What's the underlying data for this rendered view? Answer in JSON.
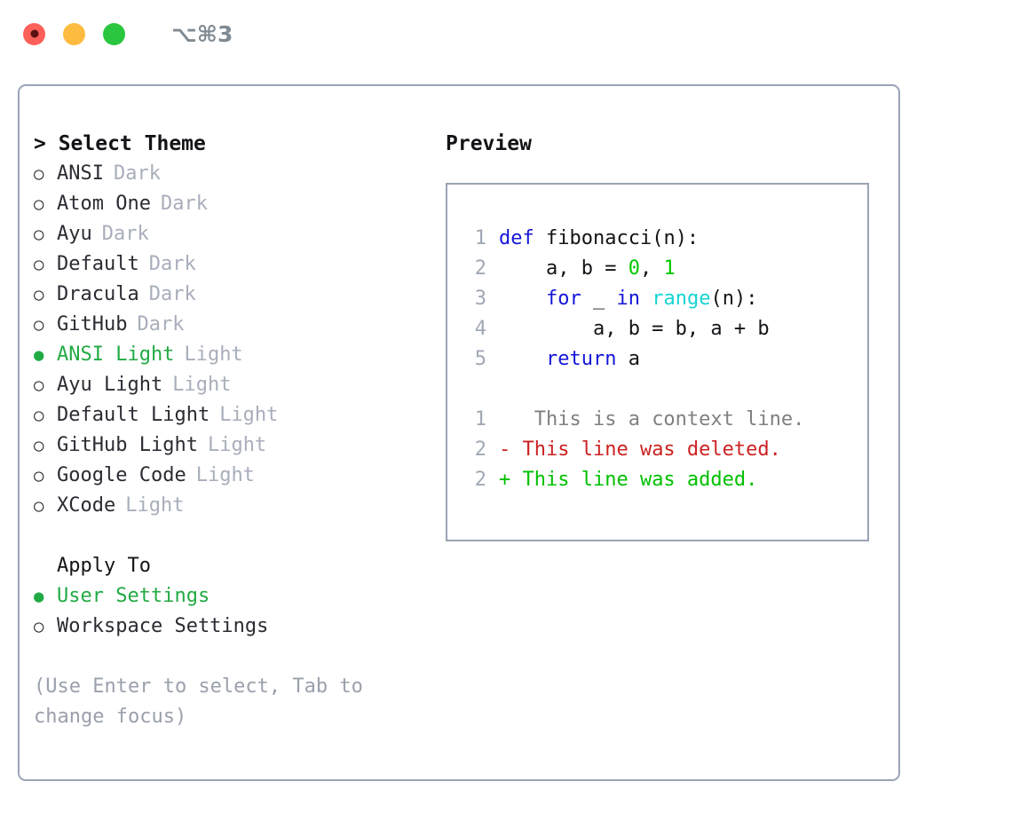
{
  "titlebar": {
    "lights": [
      "close-red",
      "minimize-yellow",
      "maximize-green"
    ],
    "shortcut": "⌥⌘3"
  },
  "colors": {
    "accent_green": "#22aa44",
    "border": "#9aa4b4",
    "muted": "#a8aebb",
    "hint": "#9aa0ac",
    "keyword_blue": "#1515d8",
    "number_green": "#00c800",
    "function_cyan": "#17d4d4",
    "diff_deleted": "#cc2222",
    "diff_added": "#00c000",
    "diff_context": "#808080"
  },
  "left": {
    "title": "> Select Theme",
    "themes": [
      {
        "bullet": "○",
        "name": "ANSI",
        "badge": "Dark",
        "selected": false
      },
      {
        "bullet": "○",
        "name": "Atom One",
        "badge": "Dark",
        "selected": false
      },
      {
        "bullet": "○",
        "name": "Ayu",
        "badge": "Dark",
        "selected": false
      },
      {
        "bullet": "○",
        "name": "Default",
        "badge": "Dark",
        "selected": false
      },
      {
        "bullet": "○",
        "name": "Dracula",
        "badge": "Dark",
        "selected": false
      },
      {
        "bullet": "○",
        "name": "GitHub",
        "badge": "Dark",
        "selected": false
      },
      {
        "bullet": "●",
        "name": "ANSI Light",
        "badge": "Light",
        "selected": true
      },
      {
        "bullet": "○",
        "name": "Ayu Light",
        "badge": "Light",
        "selected": false
      },
      {
        "bullet": "○",
        "name": "Default Light",
        "badge": "Light",
        "selected": false
      },
      {
        "bullet": "○",
        "name": "GitHub Light",
        "badge": "Light",
        "selected": false
      },
      {
        "bullet": "○",
        "name": "Google Code",
        "badge": "Light",
        "selected": false
      },
      {
        "bullet": "○",
        "name": "XCode",
        "badge": "Light",
        "selected": false
      }
    ],
    "apply_to_label": "Apply To",
    "apply_to_options": [
      {
        "bullet": "●",
        "name": "User Settings",
        "selected": true
      },
      {
        "bullet": "○",
        "name": "Workspace Settings",
        "selected": false
      }
    ],
    "hint": "(Use Enter to select, Tab to change focus)"
  },
  "right": {
    "title": "Preview",
    "code_lines": [
      {
        "n": "1",
        "tokens": [
          {
            "t": "def",
            "c": "kw"
          },
          {
            "t": " fibonacci(n):",
            "c": "plain"
          }
        ]
      },
      {
        "n": "2",
        "tokens": [
          {
            "t": "    a, b = ",
            "c": "plain"
          },
          {
            "t": "0",
            "c": "num"
          },
          {
            "t": ", ",
            "c": "plain"
          },
          {
            "t": "1",
            "c": "num"
          }
        ]
      },
      {
        "n": "3",
        "tokens": [
          {
            "t": "    ",
            "c": "plain"
          },
          {
            "t": "for",
            "c": "kw"
          },
          {
            "t": " _ ",
            "c": "plain"
          },
          {
            "t": "in",
            "c": "kw"
          },
          {
            "t": " ",
            "c": "plain"
          },
          {
            "t": "range",
            "c": "fn"
          },
          {
            "t": "(n):",
            "c": "plain"
          }
        ]
      },
      {
        "n": "4",
        "tokens": [
          {
            "t": "        a, b = b, a + b",
            "c": "plain"
          }
        ]
      },
      {
        "n": "5",
        "tokens": [
          {
            "t": "    ",
            "c": "plain"
          },
          {
            "t": "return",
            "c": "kw"
          },
          {
            "t": " a",
            "c": "plain"
          }
        ]
      }
    ],
    "diff_lines": [
      {
        "n": "1",
        "marker": " ",
        "text": "  This is a context line.",
        "kind": "diff-ctx"
      },
      {
        "n": "2",
        "marker": "-",
        "text": " This line was deleted.",
        "kind": "diff-del"
      },
      {
        "n": "2",
        "marker": "+",
        "text": " This line was added.",
        "kind": "diff-add"
      }
    ]
  }
}
